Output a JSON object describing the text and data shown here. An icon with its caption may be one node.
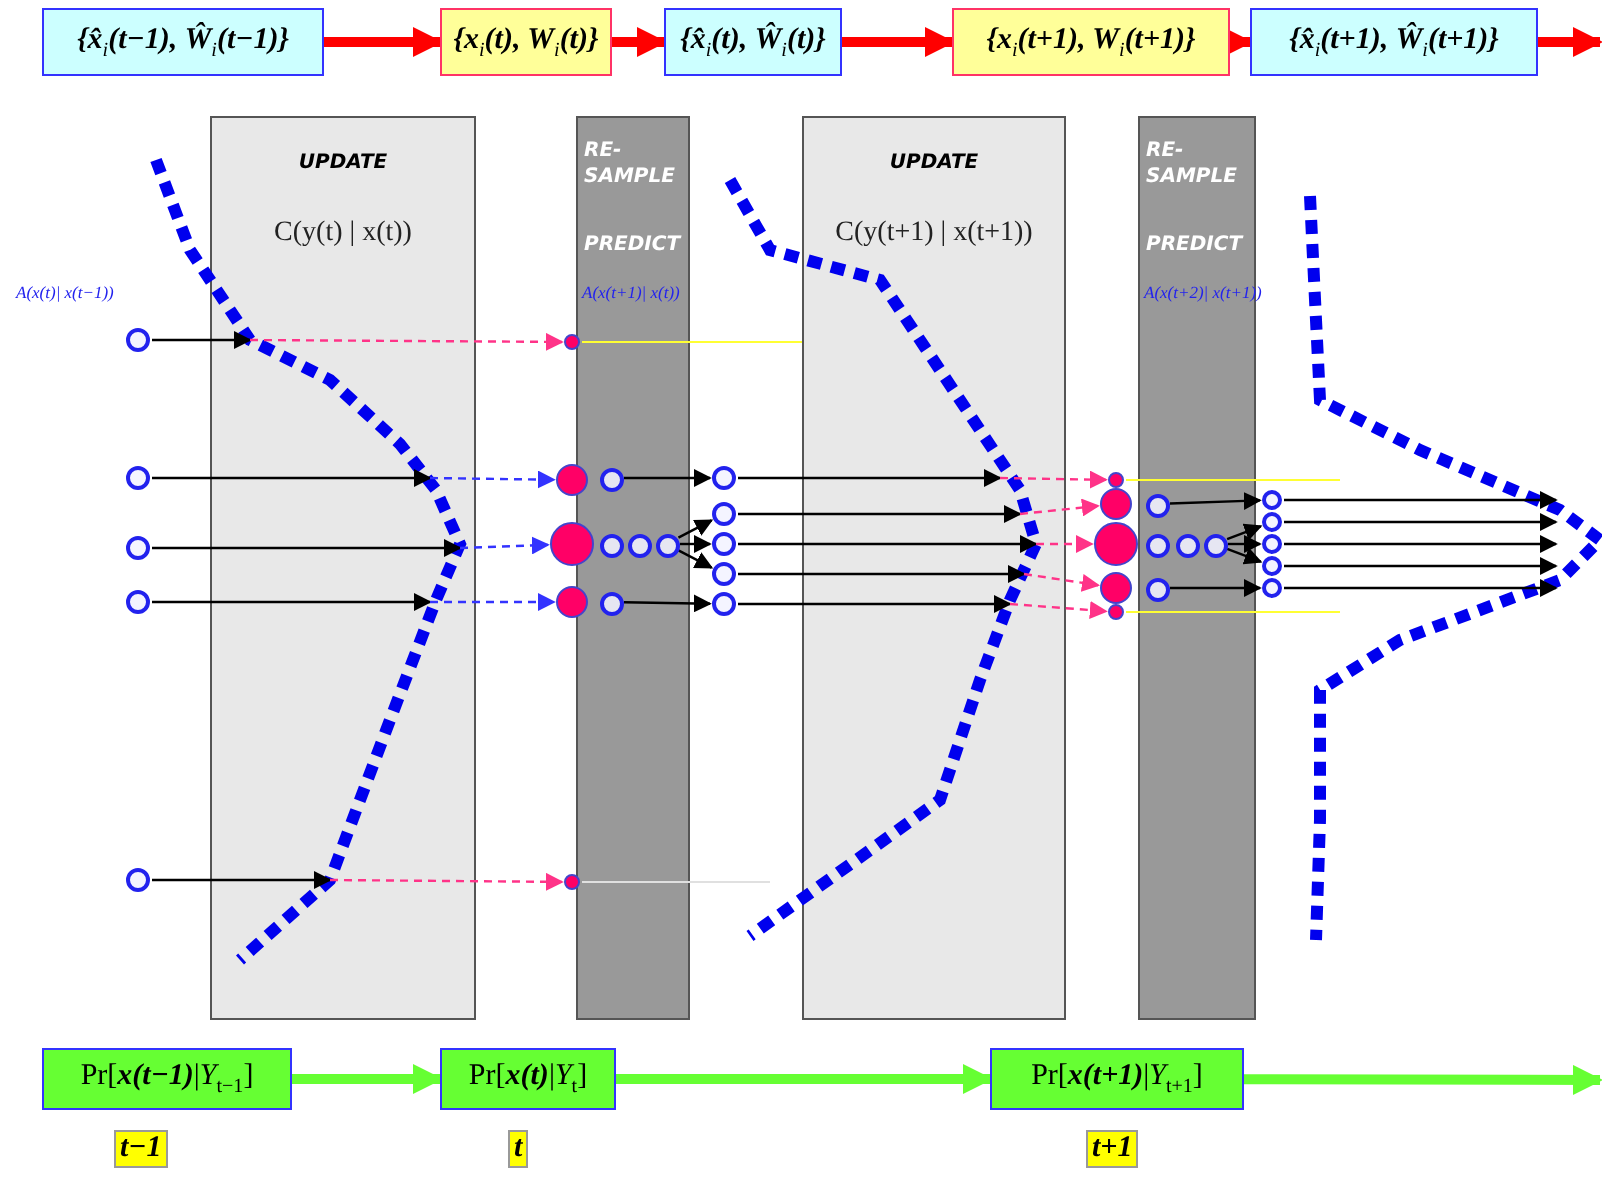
{
  "diagram": {
    "nodes": [
      {
        "text": [
          "{x̂$_{i}$(t−1), Ŵ$_{i}$(t−1)}"
        ]
      },
      {
        "text": [
          "{x$_{i}$(t), W$_{i}$(t)}"
        ]
      },
      {
        "text": [
          "{x̂$_{i}$(t), Ŵ$_{i}$(t)}"
        ]
      },
      {
        "text": [
          "{x$_{i}$(t+1), W$_{i}$(t+1)}"
        ]
      },
      {
        "text": [
          "{x̂$_{i}$(t+1), Ŵ$_{i}$(t+1)}"
        ]
      },
      {
        "text": [
          "UPDATE",
          "C(y(t) | x(t))"
        ]
      },
      {
        "text": [
          "RE-SAMPLE",
          "PREDICT",
          "A(x(t+1)| x(t))"
        ]
      },
      {
        "text": [
          "UPDATE",
          "C(y(t+1) | x(t+1))"
        ]
      },
      {
        "text": [
          "RE-SAMPLE",
          "PREDICT",
          "A(x(t+2)| x(t+1))"
        ]
      },
      {
        "text": [],
        "shape": "circle"
      },
      {
        "text": [],
        "shape": "circle"
      },
      {
        "text": [],
        "shape": "circle"
      },
      {
        "text": [],
        "shape": "circle"
      },
      {
        "text": [],
        "shape": "circle"
      },
      {
        "text": [],
        "shape": "circle"
      },
      {
        "text": [],
        "shape": "circle"
      },
      {
        "text": [],
        "shape": "circle"
      },
      {
        "text": [],
        "shape": "circle"
      },
      {
        "text": [],
        "shape": "circle"
      },
      {
        "text": [],
        "shape": "circle",
        "in": 6
      },
      {
        "text": [],
        "shape": "circle",
        "in": 6
      },
      {
        "text": [],
        "shape": "circle",
        "in": 6
      },
      {
        "text": [],
        "shape": "circle",
        "in": 6
      },
      {
        "text": [],
        "shape": "circle",
        "in": 6
      },
      {
        "text": [],
        "shape": "circle"
      },
      {
        "text": [],
        "shape": "circle"
      },
      {
        "text": [],
        "shape": "circle"
      },
      {
        "text": [],
        "shape": "circle"
      },
      {
        "text": [],
        "shape": "circle"
      },
      {
        "text": [],
        "shape": "circle"
      },
      {
        "text": [],
        "shape": "circle"
      },
      {
        "text": [],
        "shape": "circle"
      },
      {
        "text": [],
        "shape": "circle"
      },
      {
        "text": [],
        "shape": "circle"
      },
      {
        "text": [],
        "shape": "circle",
        "in": 8
      },
      {
        "text": [],
        "shape": "circle",
        "in": 8
      },
      {
        "text": [],
        "shape": "circle",
        "in": 8
      },
      {
        "text": [],
        "shape": "circle",
        "in": 8
      },
      {
        "text": [],
        "shape": "circle",
        "in": 8
      },
      {
        "text": [],
        "shape": "circle"
      },
      {
        "text": [],
        "shape": "circle"
      },
      {
        "text": [],
        "shape": "circle"
      },
      {
        "text": [],
        "shape": "circle"
      },
      {
        "text": [],
        "shape": "circle"
      },
      {
        "text": [
          "Pr[**x(t−1)**|*Y*$_{t−1}$]"
        ],
        "beside": [
          "t−1"
        ]
      },
      {
        "text": [
          "Pr[**x(t)**|*Y*$_{t}$]"
        ],
        "beside": [
          "t"
        ]
      },
      {
        "text": [
          "Pr[**x(t+1)**|*Y*$_{t+1}$]"
        ],
        "beside": [
          "t+1"
        ]
      }
    ],
    "edges": [
      {
        "from": 0,
        "to": 1,
        "arrow": "to",
        "style": "thick",
        "color": "#ff0000"
      },
      {
        "from": 1,
        "to": 2,
        "arrow": "to",
        "style": "thick",
        "color": "#ff0000"
      },
      {
        "from": 2,
        "to": 3,
        "arrow": "to",
        "style": "thick",
        "color": "#ff0000"
      },
      {
        "from": 3,
        "to": 4,
        "arrow": "to",
        "style": "thick",
        "color": "#ff0000"
      },
      {
        "from": 4,
        "to": null,
        "arrow": "to",
        "style": "thick",
        "color": "#ff0000"
      },
      {
        "from": 44,
        "to": 45,
        "arrow": "to",
        "style": "thick",
        "color": "#66ff33"
      },
      {
        "from": 45,
        "to": 46,
        "arrow": "to",
        "style": "thick",
        "color": "#66ff33"
      },
      {
        "from": 46,
        "to": null,
        "arrow": "to",
        "style": "thick",
        "color": "#66ff33"
      },
      {
        "from": 9,
        "to": 5,
        "arrow": "to"
      },
      {
        "from": 10,
        "to": 5,
        "arrow": "to"
      },
      {
        "from": 11,
        "to": 5,
        "arrow": "to"
      },
      {
        "from": 12,
        "to": 5,
        "arrow": "to"
      },
      {
        "from": 13,
        "to": 5,
        "arrow": "to"
      },
      {
        "from": 5,
        "to": 14,
        "arrow": "to",
        "style": "dashed",
        "color": "#ff3388"
      },
      {
        "from": 5,
        "to": 15,
        "arrow": "to",
        "style": "dashed",
        "color": "#3333ff"
      },
      {
        "from": 5,
        "to": 16,
        "arrow": "to",
        "style": "dashed",
        "color": "#3333ff"
      },
      {
        "from": 5,
        "to": 17,
        "arrow": "to",
        "style": "dashed",
        "color": "#3333ff"
      },
      {
        "from": 5,
        "to": 18,
        "arrow": "to",
        "style": "dashed",
        "color": "#ff3388"
      },
      {
        "from": 19,
        "to": 24,
        "arrow": "to"
      },
      {
        "from": 22,
        "to": 25,
        "arrow": "to"
      },
      {
        "from": 22,
        "to": 26,
        "arrow": "to"
      },
      {
        "from": 22,
        "to": 27,
        "arrow": "to"
      },
      {
        "from": 23,
        "to": 28,
        "arrow": "to"
      },
      {
        "from": 24,
        "to": 7,
        "arrow": "to"
      },
      {
        "from": 25,
        "to": 7,
        "arrow": "to"
      },
      {
        "from": 26,
        "to": 7,
        "arrow": "to"
      },
      {
        "from": 27,
        "to": 7,
        "arrow": "to"
      },
      {
        "from": 28,
        "to": 7,
        "arrow": "to"
      },
      {
        "from": 7,
        "to": 29,
        "arrow": "to",
        "style": "dashed",
        "color": "#ff3388"
      },
      {
        "from": 7,
        "to": 30,
        "arrow": "to",
        "style": "dashed",
        "color": "#ff3388"
      },
      {
        "from": 7,
        "to": 31,
        "arrow": "to",
        "style": "dashed",
        "color": "#ff3388"
      },
      {
        "from": 7,
        "to": 32,
        "arrow": "to",
        "style": "dashed",
        "color": "#ff3388"
      },
      {
        "from": 7,
        "to": 33,
        "arrow": "to",
        "style": "dashed",
        "color": "#ff3388"
      },
      {
        "from": 34,
        "to": 39,
        "arrow": "to"
      },
      {
        "from": 37,
        "to": 40,
        "arrow": "to"
      },
      {
        "from": 37,
        "to": 41,
        "arrow": "to"
      },
      {
        "from": 37,
        "to": 42,
        "arrow": "to"
      },
      {
        "from": 38,
        "to": 43,
        "arrow": "to"
      },
      {
        "from": 39,
        "to": null,
        "arrow": "to"
      },
      {
        "from": 40,
        "to": null,
        "arrow": "to"
      },
      {
        "from": 41,
        "to": null,
        "arrow": "to"
      },
      {
        "from": 42,
        "to": null,
        "arrow": "to"
      },
      {
        "from": 43,
        "to": null,
        "arrow": "to"
      },
      {
        "from": 14,
        "to": 7,
        "arrow": "none",
        "color": "#ffff33"
      },
      {
        "from": 18,
        "to": null,
        "arrow": "none",
        "color": "#e0e0e0"
      },
      {
        "from": 29,
        "to": null,
        "arrow": "none",
        "color": "#ffff33"
      },
      {
        "from": 33,
        "to": null,
        "arrow": "none",
        "color": "#ffff33"
      }
    ],
    "labels": [
      "A(x(t)| x(t−1))"
    ]
  }
}
